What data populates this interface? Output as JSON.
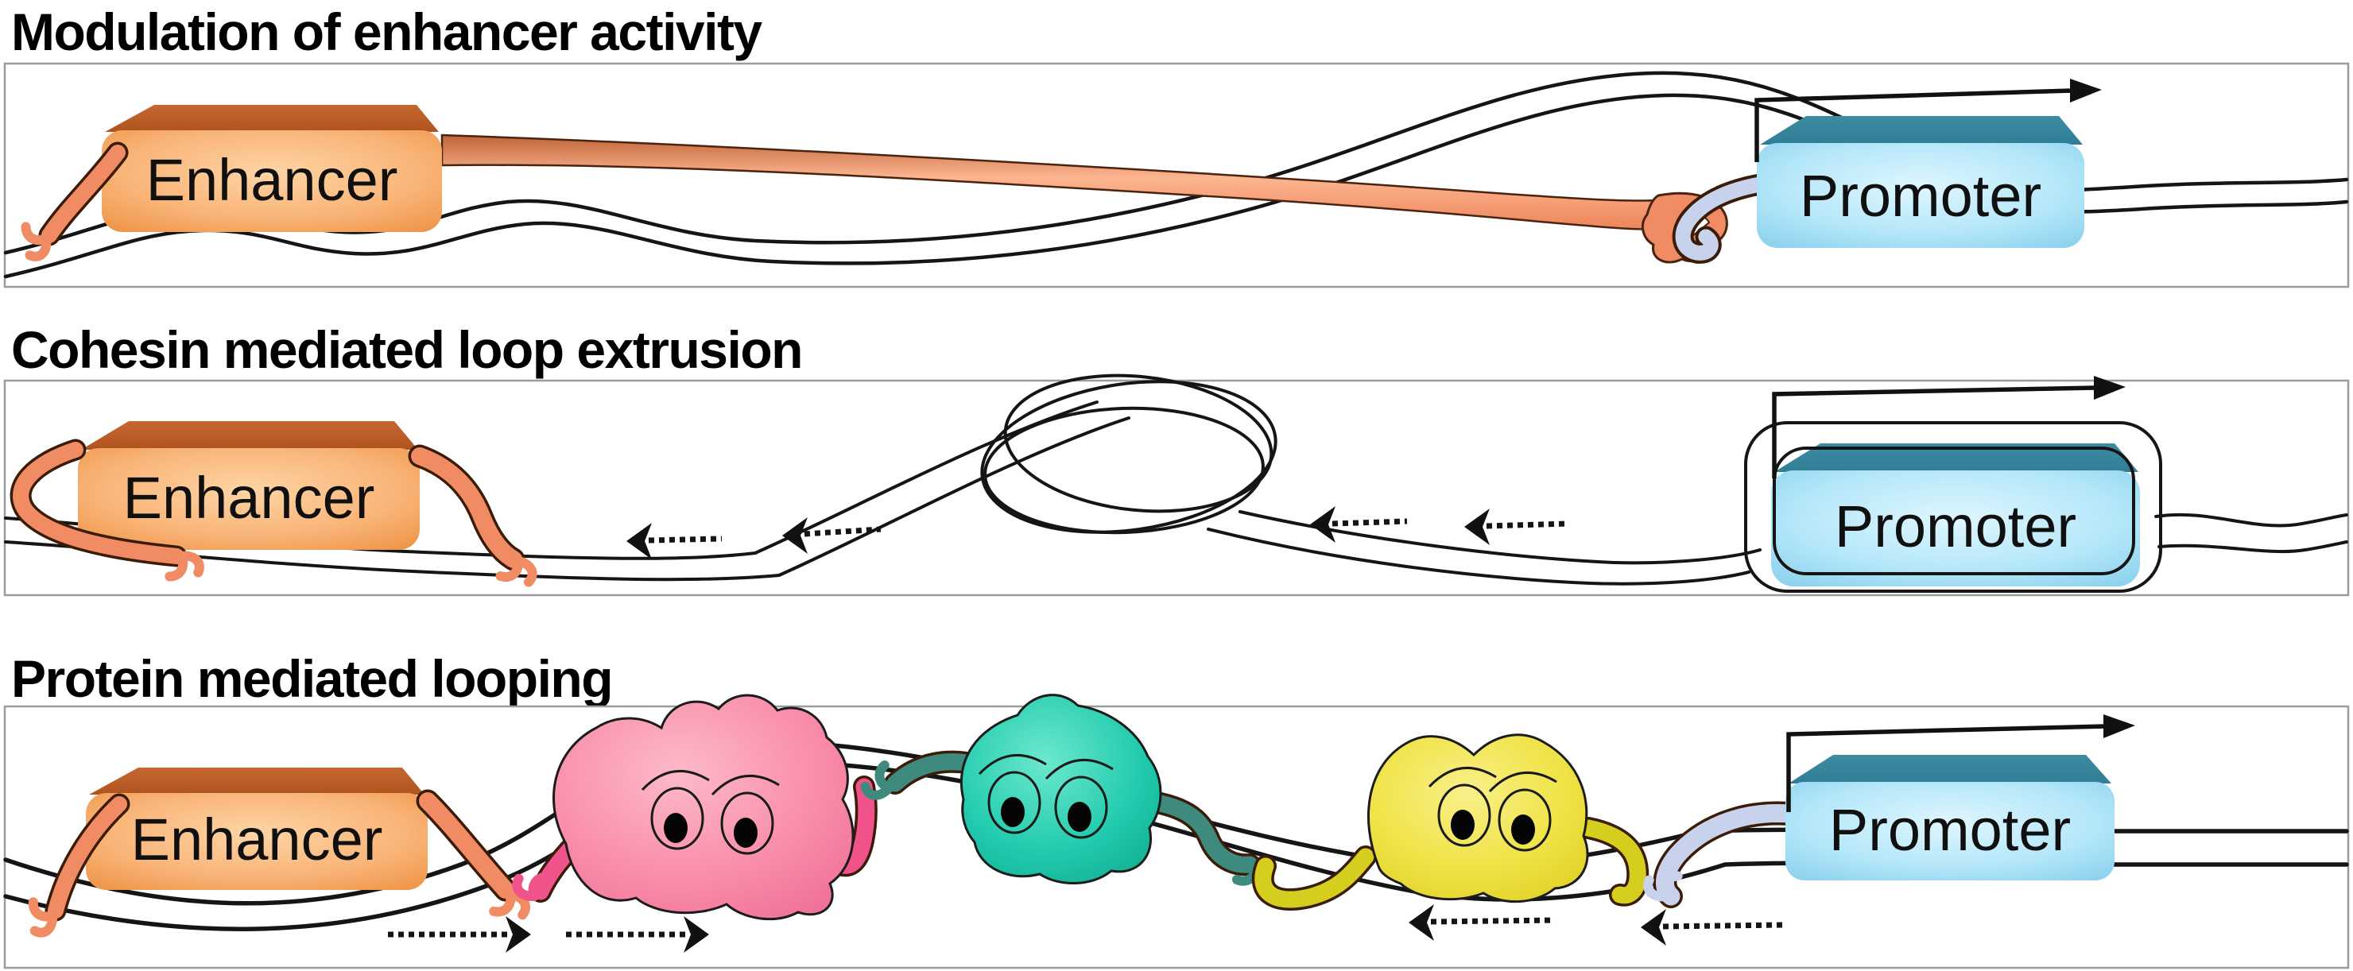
{
  "figure_title": "",
  "panels": [
    {
      "id": "modulation-of-enhancer-activity",
      "title": "Modulation of enhancer activity",
      "enhancer_label": "Enhancer",
      "promoter_label": "Promoter"
    },
    {
      "id": "cohesin-mediated-loop-extrusion",
      "title": "Cohesin mediated loop extrusion",
      "enhancer_label": "Enhancer",
      "promoter_label": "Promoter"
    },
    {
      "id": "protein-mediated-looping",
      "title": "Protein mediated looping",
      "enhancer_label": "Enhancer",
      "promoter_label": "Promoter"
    }
  ],
  "icons": {
    "transcription_start": "bent-arrow-right",
    "extrusion_direction": "dotted-arrow-left",
    "looping_direction_right": "dotted-arrow-right",
    "looping_direction_left": "dotted-arrow-left"
  },
  "colors": {
    "background": "#FFFFFF",
    "panel_border": "#9B9B9B",
    "title_text": "#000000",
    "box_label_text": "#101010",
    "dna_strand": "#151515",
    "enhancer_box": "#F6A95C",
    "enhancer_box_top": "#BC5F2E",
    "enhancer_arm": "#F08B63",
    "promoter_box": "#A9E0F7",
    "promoter_box_top": "#35859B",
    "promoter_arm": "#C9D2EC",
    "protein_pink": "#F8829F",
    "protein_pink_arm": "#EF5389",
    "protein_teal": "#1FC8AB",
    "protein_teal_arm": "#3E8A7F",
    "protein_yellow": "#EEDF3B",
    "protein_yellow_arm": "#D6CE1E"
  }
}
